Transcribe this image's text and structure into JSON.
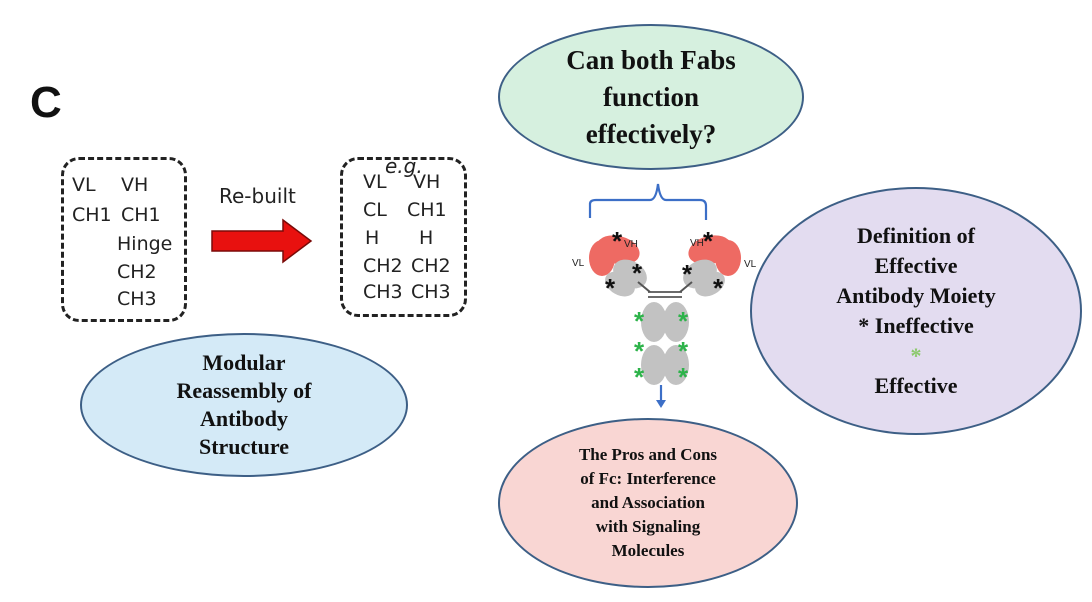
{
  "panel_label": "C",
  "original_box": {
    "rows": [
      {
        "left": "VL",
        "right": "VH"
      },
      {
        "left": "CH1",
        "right": "CH1"
      },
      {
        "left": "",
        "right": "Hinge"
      },
      {
        "left": "",
        "right": "CH2"
      },
      {
        "left": "",
        "right": "CH3"
      }
    ]
  },
  "arrow_label": "Re-built",
  "example_label": "e.g.",
  "rebuilt_box": {
    "rows": [
      {
        "left": "VL",
        "right": "VH"
      },
      {
        "left": "CL",
        "right": "CH1"
      },
      {
        "left": "H",
        "right": "H"
      },
      {
        "left": "CH2",
        "right": "CH2"
      },
      {
        "left": "CH3",
        "right": "CH3"
      }
    ]
  },
  "ellipses": {
    "fabs": {
      "lines": [
        "Can both Fabs",
        "function",
        "effectively?"
      ]
    },
    "modular": {
      "lines": [
        "Modular",
        "Reassembly of",
        "Antibody",
        "Structure"
      ]
    },
    "definition": {
      "lines": [
        "Definition of",
        "Effective",
        "Antibody Moiety"
      ],
      "ineffective": "* Ineffective",
      "effective_star": "*",
      "effective_text": " Effective"
    },
    "fc": {
      "lines": [
        "The Pros and Cons",
        "of Fc: Interference",
        "and Association",
        "with Signaling",
        "Molecules"
      ]
    }
  },
  "antibody_labels": {
    "vh_left": "VH",
    "vh_right": "VH",
    "vl_left": "VL",
    "vl_right": "VL"
  },
  "colors": {
    "fabs_fill": "#d6f0df",
    "modular_fill": "#d4eaf7",
    "definition_fill": "#e3dcf0",
    "fc_fill": "#f9d6d3",
    "arrow_red": "#e8110f",
    "variable_red": "#ee6a63",
    "constant_grey": "#c2c2c2",
    "effective_green": "#2db34a",
    "bracket_blue": "#3c6fc7"
  }
}
